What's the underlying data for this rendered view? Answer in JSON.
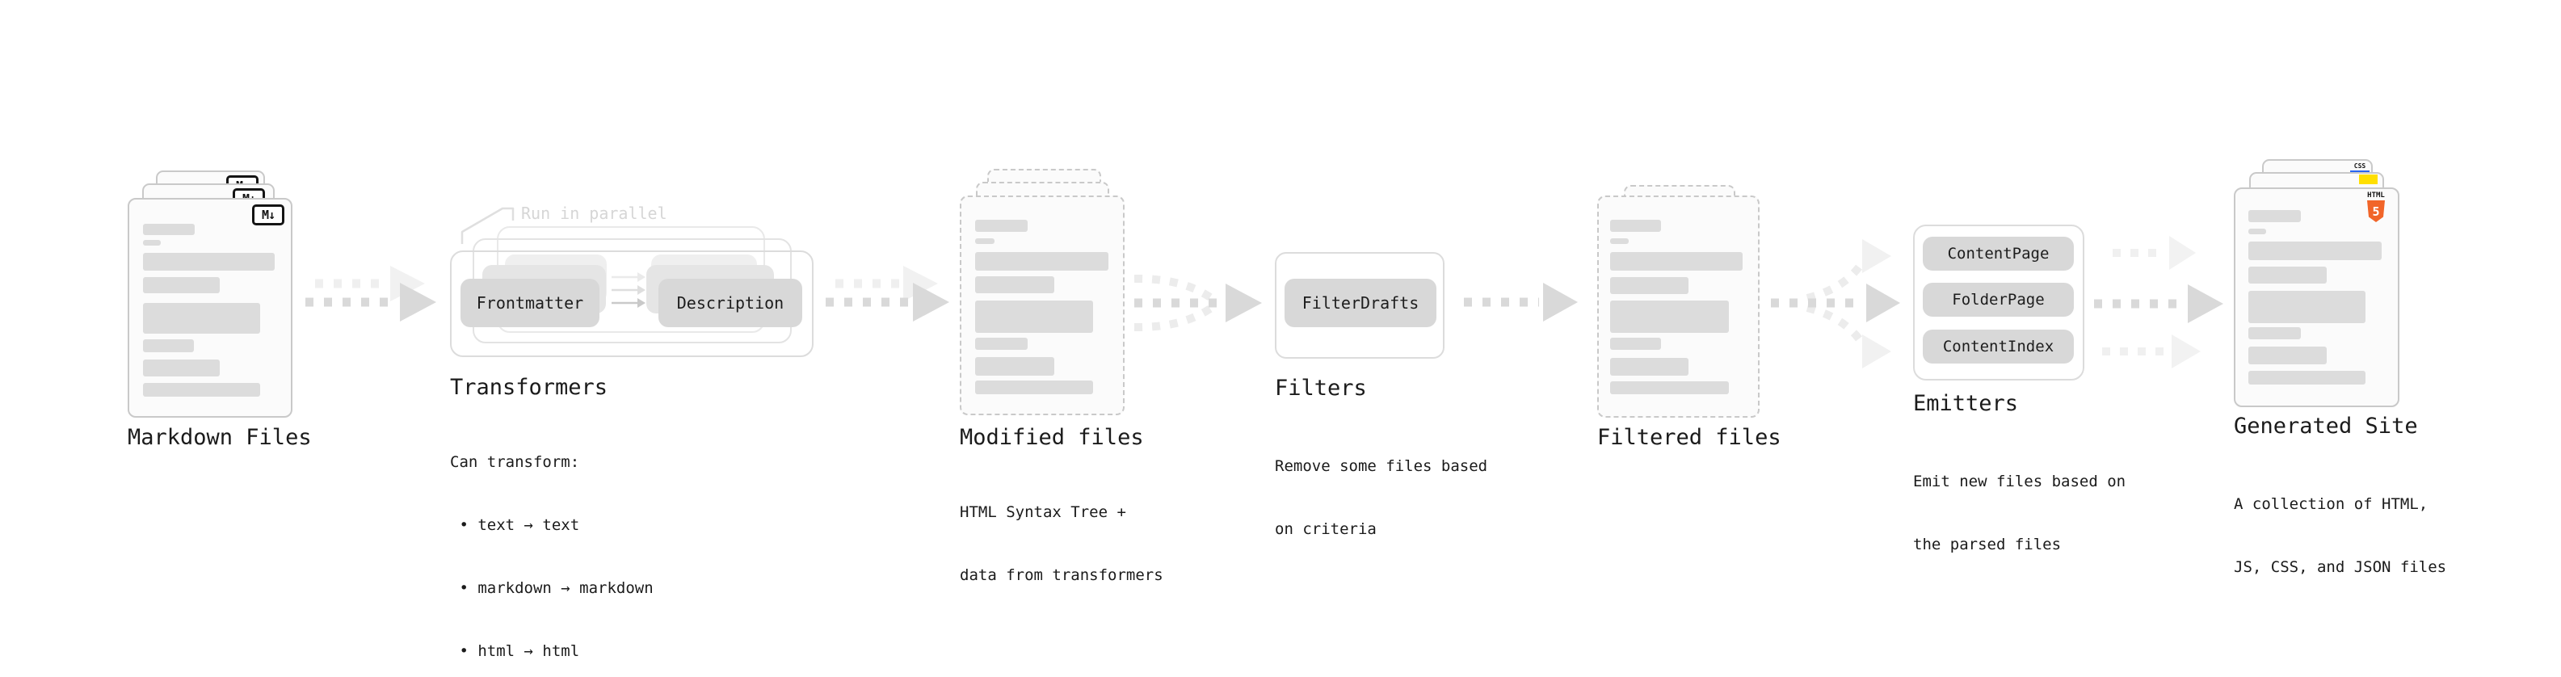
{
  "stages": {
    "markdown": {
      "title": "Markdown Files"
    },
    "transformers": {
      "title": "Transformers",
      "annotation": "Run in parallel",
      "boxes": [
        "Frontmatter",
        "Description"
      ],
      "note_lines": [
        "Can transform:",
        " • text → text",
        " • markdown → markdown",
        " • html → html"
      ]
    },
    "modified": {
      "title": "Modified files",
      "note_lines": [
        "HTML Syntax Tree +",
        "data from transformers"
      ]
    },
    "filters": {
      "title": "Filters",
      "boxes": [
        "FilterDrafts"
      ],
      "note_lines": [
        "Remove some files based",
        "on criteria"
      ]
    },
    "filtered": {
      "title": "Filtered files"
    },
    "emitters": {
      "title": "Emitters",
      "boxes": [
        "ContentPage",
        "FolderPage",
        "ContentIndex"
      ],
      "note_lines": [
        "Emit new files based on",
        "the parsed files"
      ]
    },
    "generated": {
      "title": "Generated Site",
      "note_lines": [
        "A collection of HTML,",
        "JS, CSS, and JSON files"
      ]
    }
  },
  "badges": {
    "markdown": "M↓",
    "html_label": "HTML",
    "html_number": "5",
    "css": "CSS"
  },
  "colors": {
    "html5_orange": "#f16529",
    "css_blue": "#2965f1",
    "js_yellow": "#ffdf00",
    "box_gray": "#d8d8d8",
    "bar_gray": "#dcdcdc",
    "arrow_dark": "#d9d9d9",
    "arrow_light": "#efefef",
    "annotation_gray": "#d6d6d6"
  }
}
